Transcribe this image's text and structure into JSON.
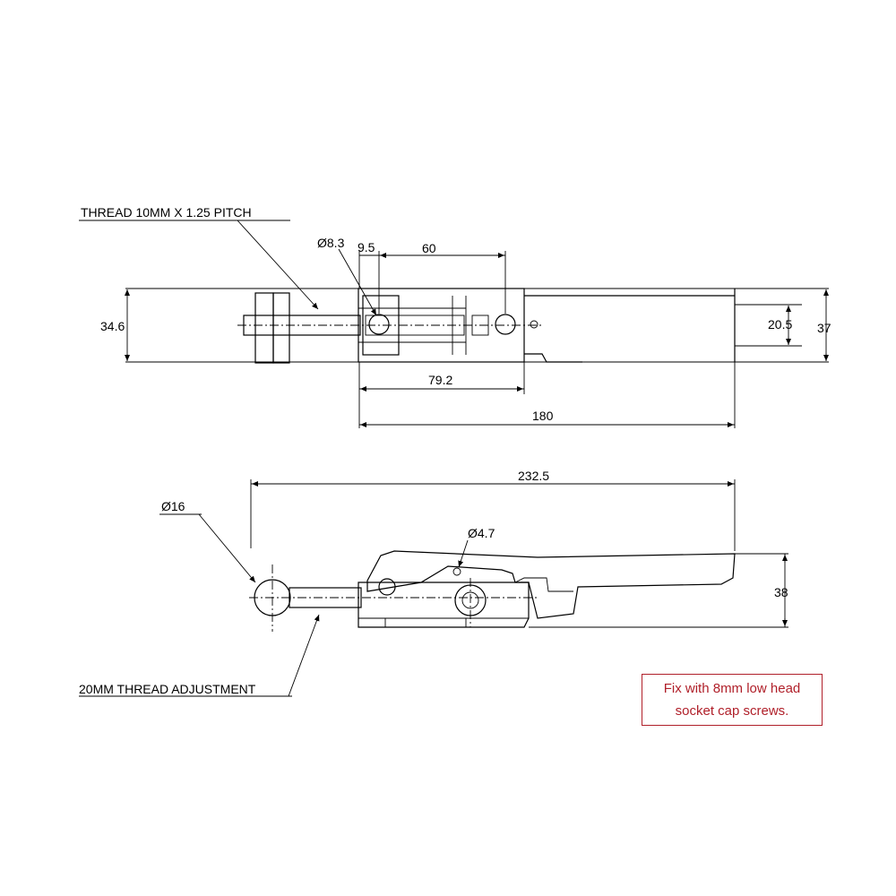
{
  "top_view": {
    "thread_label": "THREAD 10MM X 1.25 PITCH",
    "dims": {
      "hole_dia": "Ø8.3",
      "hole_offset": "9.5",
      "hole_spacing": "60",
      "height_left": "34.6",
      "height_inner": "20.5",
      "height_outer": "37",
      "base_length": "79.2",
      "overall_length": "180"
    }
  },
  "side_view": {
    "overall_length": "232.5",
    "knob_dia": "Ø16",
    "pin_dia": "Ø4.7",
    "height": "38",
    "adjust_label": "20MM THREAD ADJUSTMENT"
  },
  "note": {
    "line1": "Fix with 8mm low head",
    "line2": "socket cap screws.",
    "color": "#b0202a"
  }
}
